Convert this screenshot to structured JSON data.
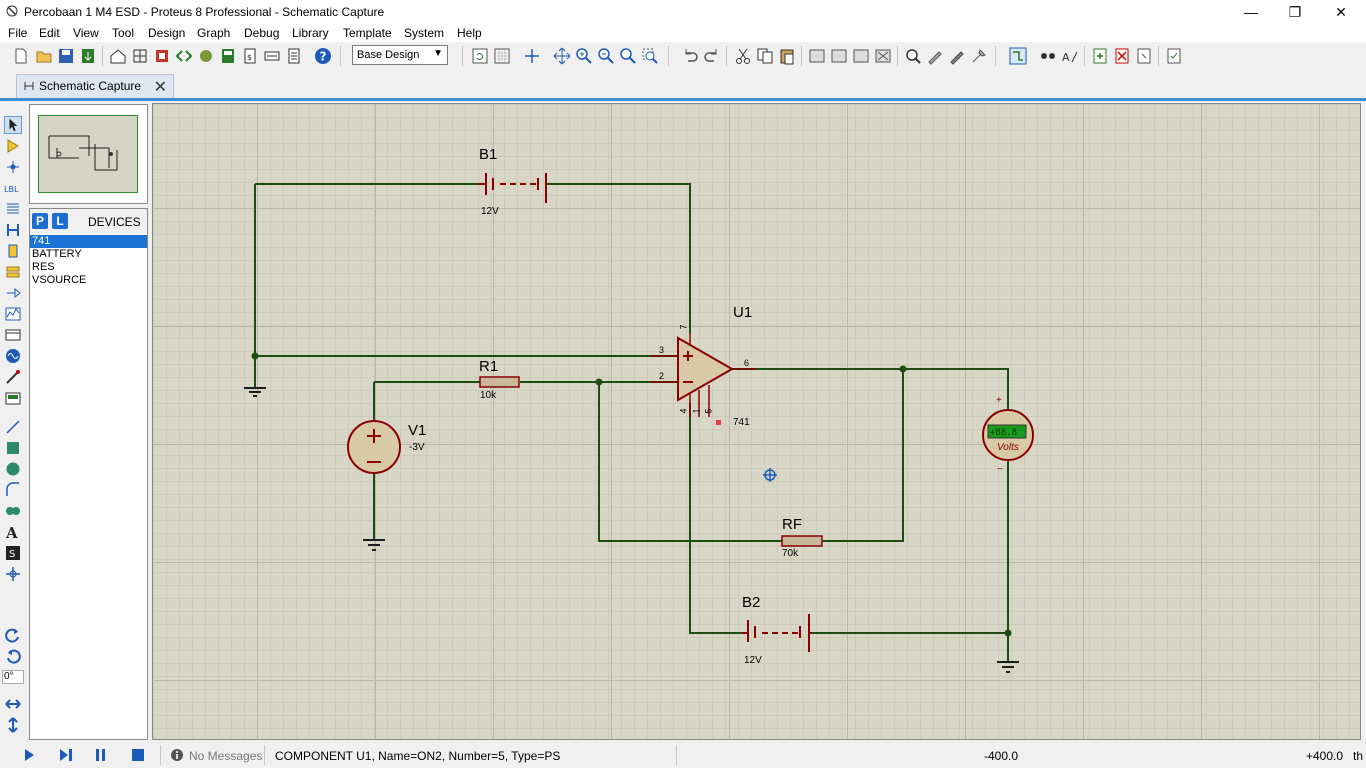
{
  "window": {
    "title": "Percobaan 1 M4 ESD - Proteus 8 Professional - Schematic Capture",
    "minimize_glyph": "—",
    "maximize_glyph": "❐",
    "close_glyph": "✕"
  },
  "menu": [
    "File",
    "Edit",
    "View",
    "Tool",
    "Design",
    "Graph",
    "Debug",
    "Library",
    "Template",
    "System",
    "Help"
  ],
  "toolbar": {
    "variant_select": "Base Design"
  },
  "tab": {
    "label": "Schematic Capture"
  },
  "devices": {
    "p_label": "P",
    "l_label": "L",
    "title": "DEVICES",
    "items": [
      "741",
      "BATTERY",
      "RES",
      "VSOURCE"
    ],
    "selected": "741"
  },
  "rotation": "0°",
  "schematic": {
    "b1": {
      "name": "B1",
      "value": "12V"
    },
    "b2": {
      "name": "B2",
      "value": "12V"
    },
    "r1": {
      "name": "R1",
      "value": "10k"
    },
    "rf": {
      "name": "RF",
      "value": "70k"
    },
    "v1": {
      "name": "V1",
      "value": "-3V"
    },
    "u1": {
      "name": "U1",
      "value": "741"
    },
    "pins": {
      "p7": "7",
      "p3": "3",
      "p2": "2",
      "p6": "6",
      "p4": "4",
      "p1": "1",
      "p5": "5"
    },
    "voltmeter": {
      "unit": "Volts",
      "plus": "+",
      "minus": "−"
    }
  },
  "status": {
    "messages": "No Messages",
    "component": "COMPONENT U1, Name=ON2, Number=5, Type=PS",
    "x_coord": "-400.0",
    "y_coord": "+400.0",
    "unit": "th"
  },
  "colors": {
    "wire": "#1e4d12",
    "component": "#8b0000",
    "sheet": "#d8d6c6",
    "accent": "#1c73d6"
  }
}
